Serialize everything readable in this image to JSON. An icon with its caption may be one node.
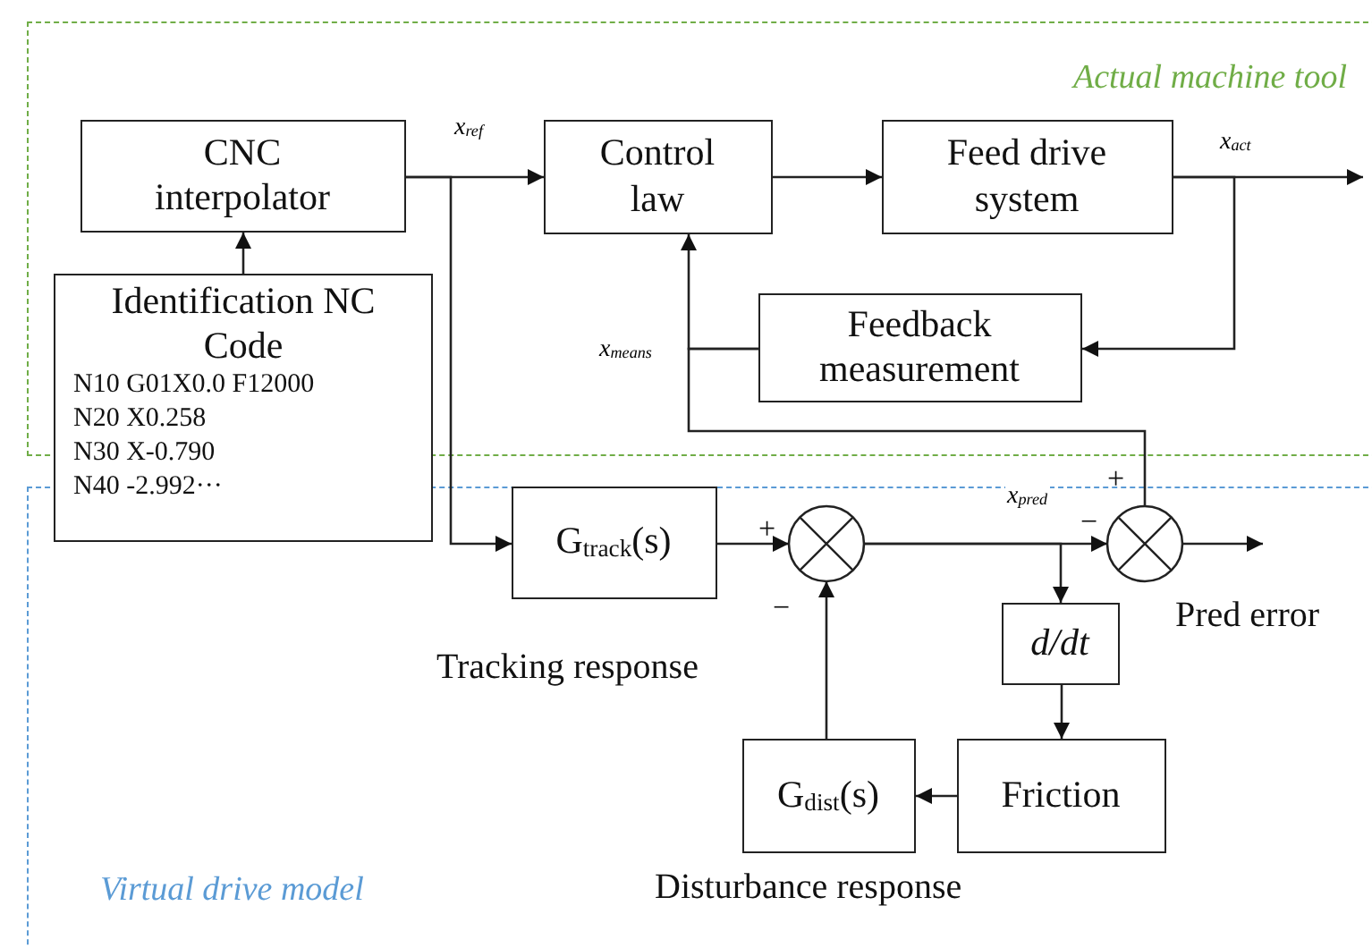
{
  "diagram": {
    "nodes": [
      {
        "text": [
          "Actual machine tool"
        ]
      },
      {
        "text": [
          "CNC interpolator"
        ],
        "in": 0
      },
      {
        "text": [
          "Identification NC Code",
          "N10 G01X0.0 F12000",
          "N20 X0.258",
          "N30 X-0.790",
          "N40 -2.992···"
        ]
      },
      {
        "text": [
          "Control law"
        ],
        "in": 0
      },
      {
        "text": [
          "Feed drive system"
        ],
        "in": 0
      },
      {
        "text": [
          "Feedback measurement"
        ],
        "in": 0
      },
      {
        "text": [
          "Virtual drive model"
        ]
      },
      {
        "text": [
          "G$_{track}$(s)"
        ],
        "in": 6,
        "beside": [
          "Tracking response"
        ]
      },
      {
        "text": [],
        "shape": "circle",
        "in": 6
      },
      {
        "text": [],
        "shape": "circle",
        "in": 6,
        "beside": [
          "Pred error"
        ]
      },
      {
        "text": [
          "d/dt"
        ],
        "in": 6
      },
      {
        "text": [
          "Friction"
        ],
        "in": 6
      },
      {
        "text": [
          "G$_{dist}$(s)"
        ],
        "in": 6,
        "beside": [
          "Disturbance response"
        ]
      }
    ],
    "edges": [
      {
        "from": 2,
        "to": 1,
        "arrow": "to"
      },
      {
        "from": 1,
        "to": 3,
        "arrow": "to",
        "label": "x$_{ref}$"
      },
      {
        "from": 1,
        "to": 7,
        "arrow": "to"
      },
      {
        "from": 3,
        "to": 4,
        "arrow": "to"
      },
      {
        "from": 4,
        "to": null,
        "arrow": "to",
        "label": "x$_{act}$"
      },
      {
        "from": 4,
        "to": 5,
        "arrow": "to"
      },
      {
        "from": 5,
        "to": 3,
        "arrow": "to",
        "label": "x$_{means}$"
      },
      {
        "from": 5,
        "to": 9,
        "arrow": "none"
      },
      {
        "from": 7,
        "to": 8,
        "arrow": "to"
      },
      {
        "from": 8,
        "to": 9,
        "arrow": "to",
        "label": "x$_{pred}$"
      },
      {
        "from": 8,
        "to": 10,
        "arrow": "to"
      },
      {
        "from": 10,
        "to": 11,
        "arrow": "to"
      },
      {
        "from": 11,
        "to": 12,
        "arrow": "to"
      },
      {
        "from": 12,
        "to": 8,
        "arrow": "to"
      },
      {
        "from": 9,
        "to": null,
        "arrow": "to"
      }
    ],
    "labels": [
      "+",
      "−",
      "+",
      "−"
    ]
  }
}
